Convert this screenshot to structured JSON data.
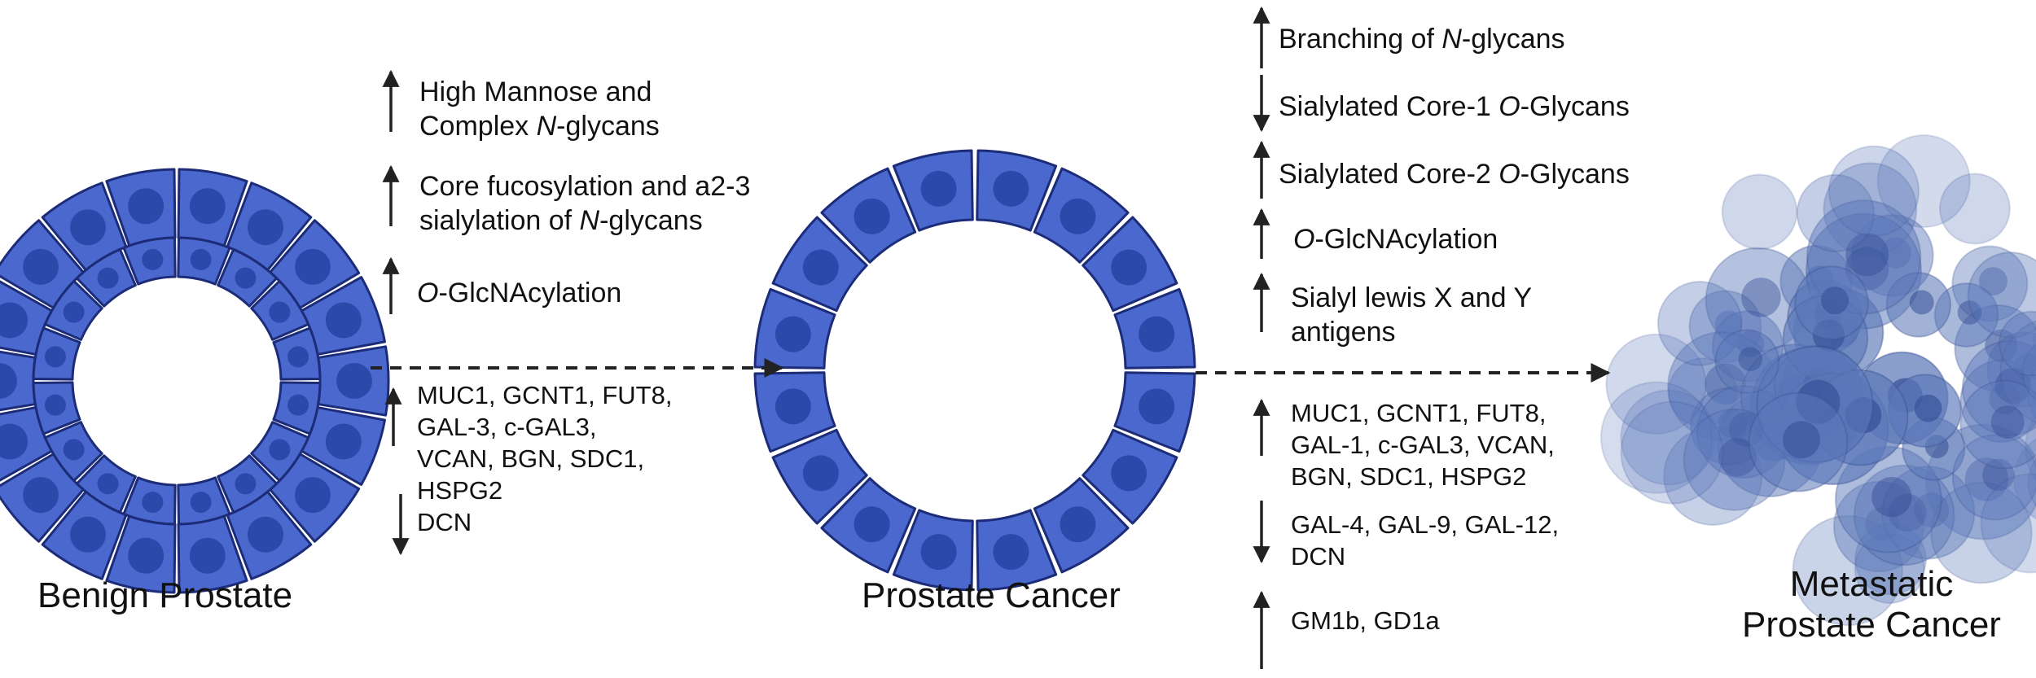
{
  "colors": {
    "cell_fill": "#4a68cd",
    "cell_stroke": "#1c2c78",
    "nucleus": "#2c48ab",
    "metastatic_fill": "#5b78b9",
    "arrow": "#222222"
  },
  "stages": {
    "benign": "Benign Prostate",
    "cancer": "Prostate Cancer",
    "metastatic_1": "Metastatic",
    "metastatic_2": "Prostate Cancer"
  },
  "benign_to_cancer": {
    "features": [
      {
        "direction": "up",
        "lines": [
          [
            "High Mannose and"
          ],
          [
            "Complex ",
            "N",
            "-glycans"
          ]
        ]
      },
      {
        "direction": "up",
        "lines": [
          [
            "Core fucosylation and a2-3"
          ],
          [
            "sialylation of ",
            "N",
            "-glycans"
          ]
        ]
      },
      {
        "direction": "up",
        "lines": [
          [
            "",
            "O",
            "-GlcNAcylation"
          ]
        ]
      }
    ],
    "genes_up": [
      "MUC1, GCNT1, FUT8,",
      "GAL-3, c-GAL3,",
      "VCAN, BGN, SDC1,",
      "HSPG2"
    ],
    "genes_down": [
      "DCN"
    ]
  },
  "cancer_to_metastatic": {
    "features": [
      {
        "direction": "up",
        "lines": [
          [
            "Branching of  ",
            "N",
            "-glycans"
          ]
        ]
      },
      {
        "direction": "down",
        "lines": [
          [
            "Sialylated Core-1  ",
            "O",
            "-Glycans"
          ]
        ]
      },
      {
        "direction": "up",
        "lines": [
          [
            "Sialylated Core-2  ",
            "O",
            "-Glycans"
          ]
        ]
      },
      {
        "direction": "up",
        "lines": [
          [
            "",
            "O",
            "-GlcNAcylation"
          ]
        ]
      },
      {
        "direction": "up",
        "lines": [
          [
            "Sialyl lewis X and Y"
          ],
          [
            "antigens"
          ]
        ]
      }
    ],
    "genes_up": [
      "MUC1, GCNT1, FUT8,",
      "GAL-1, c-GAL3, VCAN,",
      "BGN, SDC1, HSPG2"
    ],
    "genes_down": [
      "GAL-4, GAL-9, GAL-12,",
      "DCN"
    ],
    "gangliosides_up": [
      "GM1b, GD1a"
    ]
  }
}
